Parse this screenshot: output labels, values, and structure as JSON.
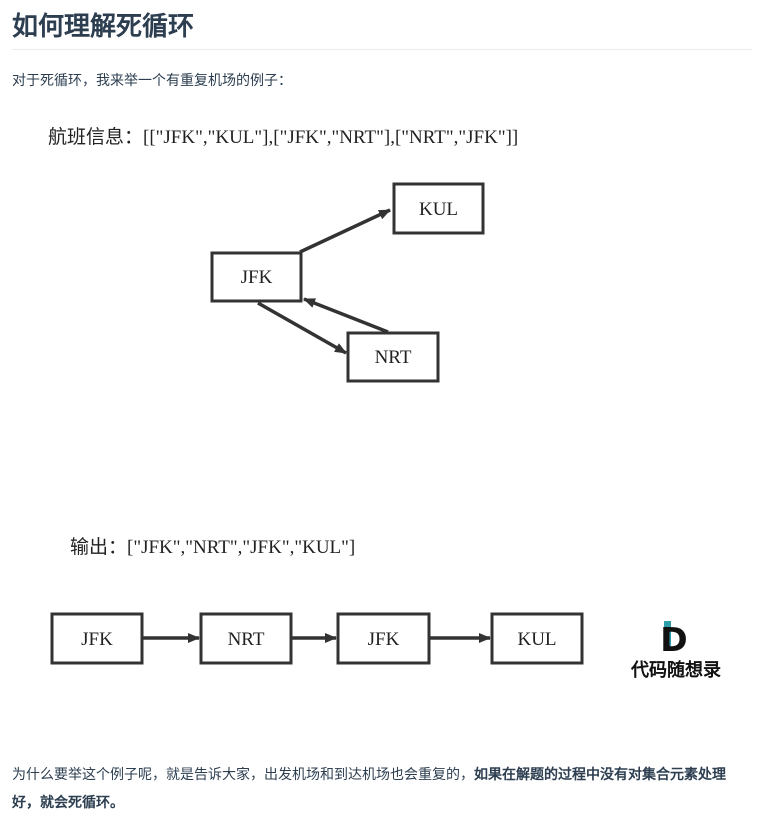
{
  "article": {
    "heading": "如何理解死循环",
    "intro": "对于死循环，我来举一个有重复机场的例子：",
    "outro_normal": "为什么要举这个例子呢，就是告诉大家，出发机场和到达机场也会重复的，",
    "outro_bold": "如果在解题的过程中没有对集合元素处理好，就会死循环。"
  },
  "figure": {
    "flights_label": "航班信息：[[\"JFK\",\"KUL\"],[\"JFK\",\"NRT\"],[\"NRT\",\"JFK\"]]",
    "graph_nodes": {
      "jfk": "JFK",
      "kul": "KUL",
      "nrt": "NRT"
    },
    "output_label": "输出：[\"JFK\",\"NRT\",\"JFK\",\"KUL\"]",
    "output_path": [
      "JFK",
      "NRT",
      "JFK",
      "KUL"
    ],
    "logo_letter": "D",
    "logo_text": "代码随想录",
    "colors": {
      "stroke": "#333333",
      "logo_teal": "#2e9fa8",
      "logo_dark": "#111111"
    }
  }
}
